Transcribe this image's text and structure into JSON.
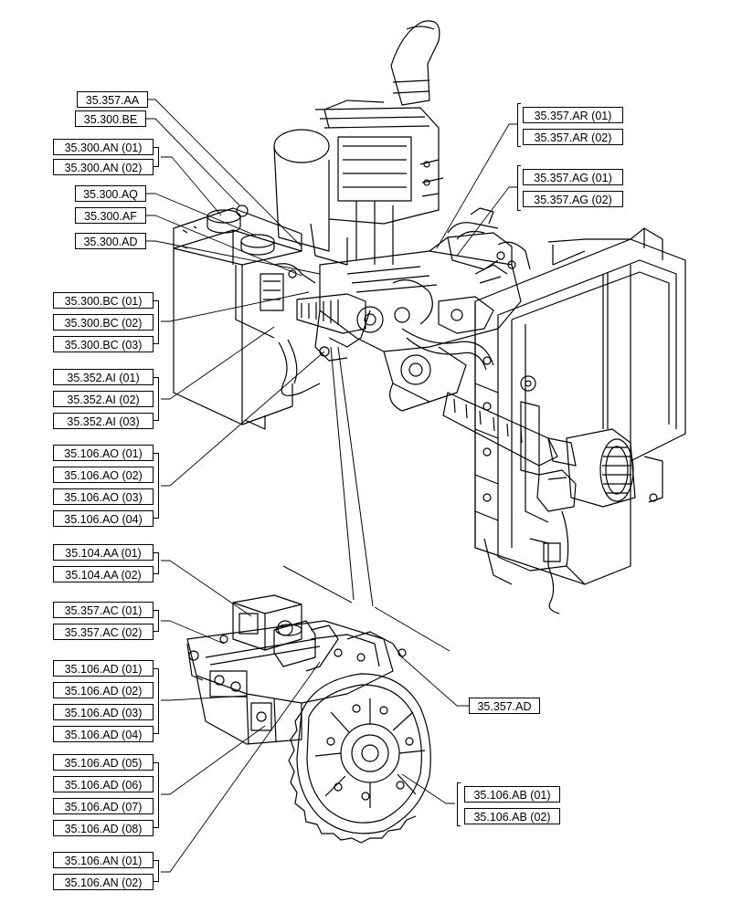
{
  "labels": {
    "l1": "35.357.AA",
    "l2": "35.300.BE",
    "l3a": "35.300.AN (01)",
    "l3b": "35.300.AN (02)",
    "l4": "35.300.AQ",
    "l5": "35.300.AF",
    "l6": "35.300.AD",
    "l7a": "35.300.BC (01)",
    "l7b": "35.300.BC (02)",
    "l7c": "35.300.BC (03)",
    "l8a": "35.352.AI (01)",
    "l8b": "35.352.AI (02)",
    "l8c": "35.352.AI (03)",
    "l9a": "35.106.AO (01)",
    "l9b": "35.106.AO (02)",
    "l9c": "35.106.AO (03)",
    "l9d": "35.106.AO (04)",
    "l10a": "35.104.AA (01)",
    "l10b": "35.104.AA (02)",
    "l11a": "35.357.AC (01)",
    "l11b": "35.357.AC (02)",
    "l12a": "35.106.AD (01)",
    "l12b": "35.106.AD (02)",
    "l12c": "35.106.AD (03)",
    "l12d": "35.106.AD (04)",
    "l13a": "35.106.AD (05)",
    "l13b": "35.106.AD (06)",
    "l13c": "35.106.AD (07)",
    "l13d": "35.106.AD (08)",
    "l14a": "35.106.AN (01)",
    "l14b": "35.106.AN (02)",
    "r1a": "35.357.AR (01)",
    "r1b": "35.357.AR (02)",
    "r2a": "35.357.AG (01)",
    "r2b": "35.357.AG (02)",
    "r3": "35.357.AD",
    "r4a": "35.106.AB (01)",
    "r4b": "35.106.AB (02)"
  }
}
